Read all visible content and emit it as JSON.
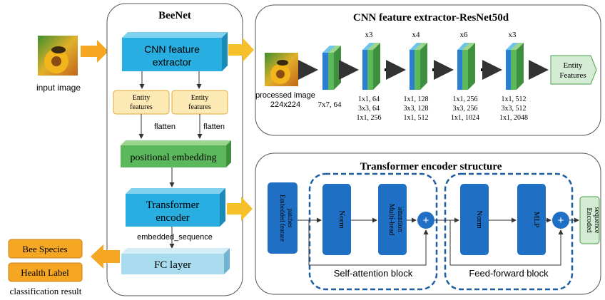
{
  "input": {
    "label": "input image"
  },
  "beenet": {
    "title": "BeeNet",
    "cnn_box": {
      "line1": "CNN feature",
      "line2": "extractor"
    },
    "entity_left": {
      "line1": "Entity",
      "line2": "features"
    },
    "entity_right": {
      "line1": "Entity",
      "line2": "features"
    },
    "flatten_left": "flatten",
    "flatten_right": "flatten",
    "positional": "positional embedding",
    "transformer": {
      "line1": "Transformer",
      "line2": "encoder"
    },
    "embedded_seq": "embedded_sequence",
    "fc": "FC layer"
  },
  "outputs": {
    "species": "Bee Species",
    "health": "Health Label",
    "caption": "classification result"
  },
  "resnet": {
    "title": "CNN feature extractor-ResNet50d",
    "processed": {
      "line1": "processed image",
      "line2": "224x224"
    },
    "stem": "7x7, 64",
    "stages": [
      {
        "mult": "x3",
        "l1": "1x1, 64",
        "l2": "3x3, 64",
        "l3": "1x1, 256"
      },
      {
        "mult": "x4",
        "l1": "1x1, 128",
        "l2": "3x3, 128",
        "l3": "1x1, 512"
      },
      {
        "mult": "x6",
        "l1": "1x1, 256",
        "l2": "3x3, 256",
        "l3": "1x1, 1024"
      },
      {
        "mult": "x3",
        "l1": "1x1, 512",
        "l2": "3x3, 512",
        "l3": "1x1, 2048"
      }
    ],
    "entity_out": {
      "line1": "Entity",
      "line2": "Features"
    }
  },
  "transformer": {
    "title": "Transformer encoder structure",
    "embedded_patches": {
      "line1": "Embedded feature",
      "line2": "patches"
    },
    "norm1": "Norm",
    "mha": {
      "line1": "Multi-head",
      "line2": "attention"
    },
    "plus1": "+",
    "self_attention_label": "Self-attention block",
    "norm2": "Norm",
    "mlp": "MLP",
    "plus2": "+",
    "ff_label": "Feed-forward block",
    "encoded": {
      "line1": "Encoded",
      "line2": "sequence"
    }
  },
  "colors": {
    "cyan": "#28aee0",
    "green": "#5cb85c",
    "orange": "#f5a623",
    "light_orange": "#fde9b4",
    "blue": "#1f6fc5",
    "dashed": "#1f5fa0",
    "mint": "#d5ecd4"
  }
}
